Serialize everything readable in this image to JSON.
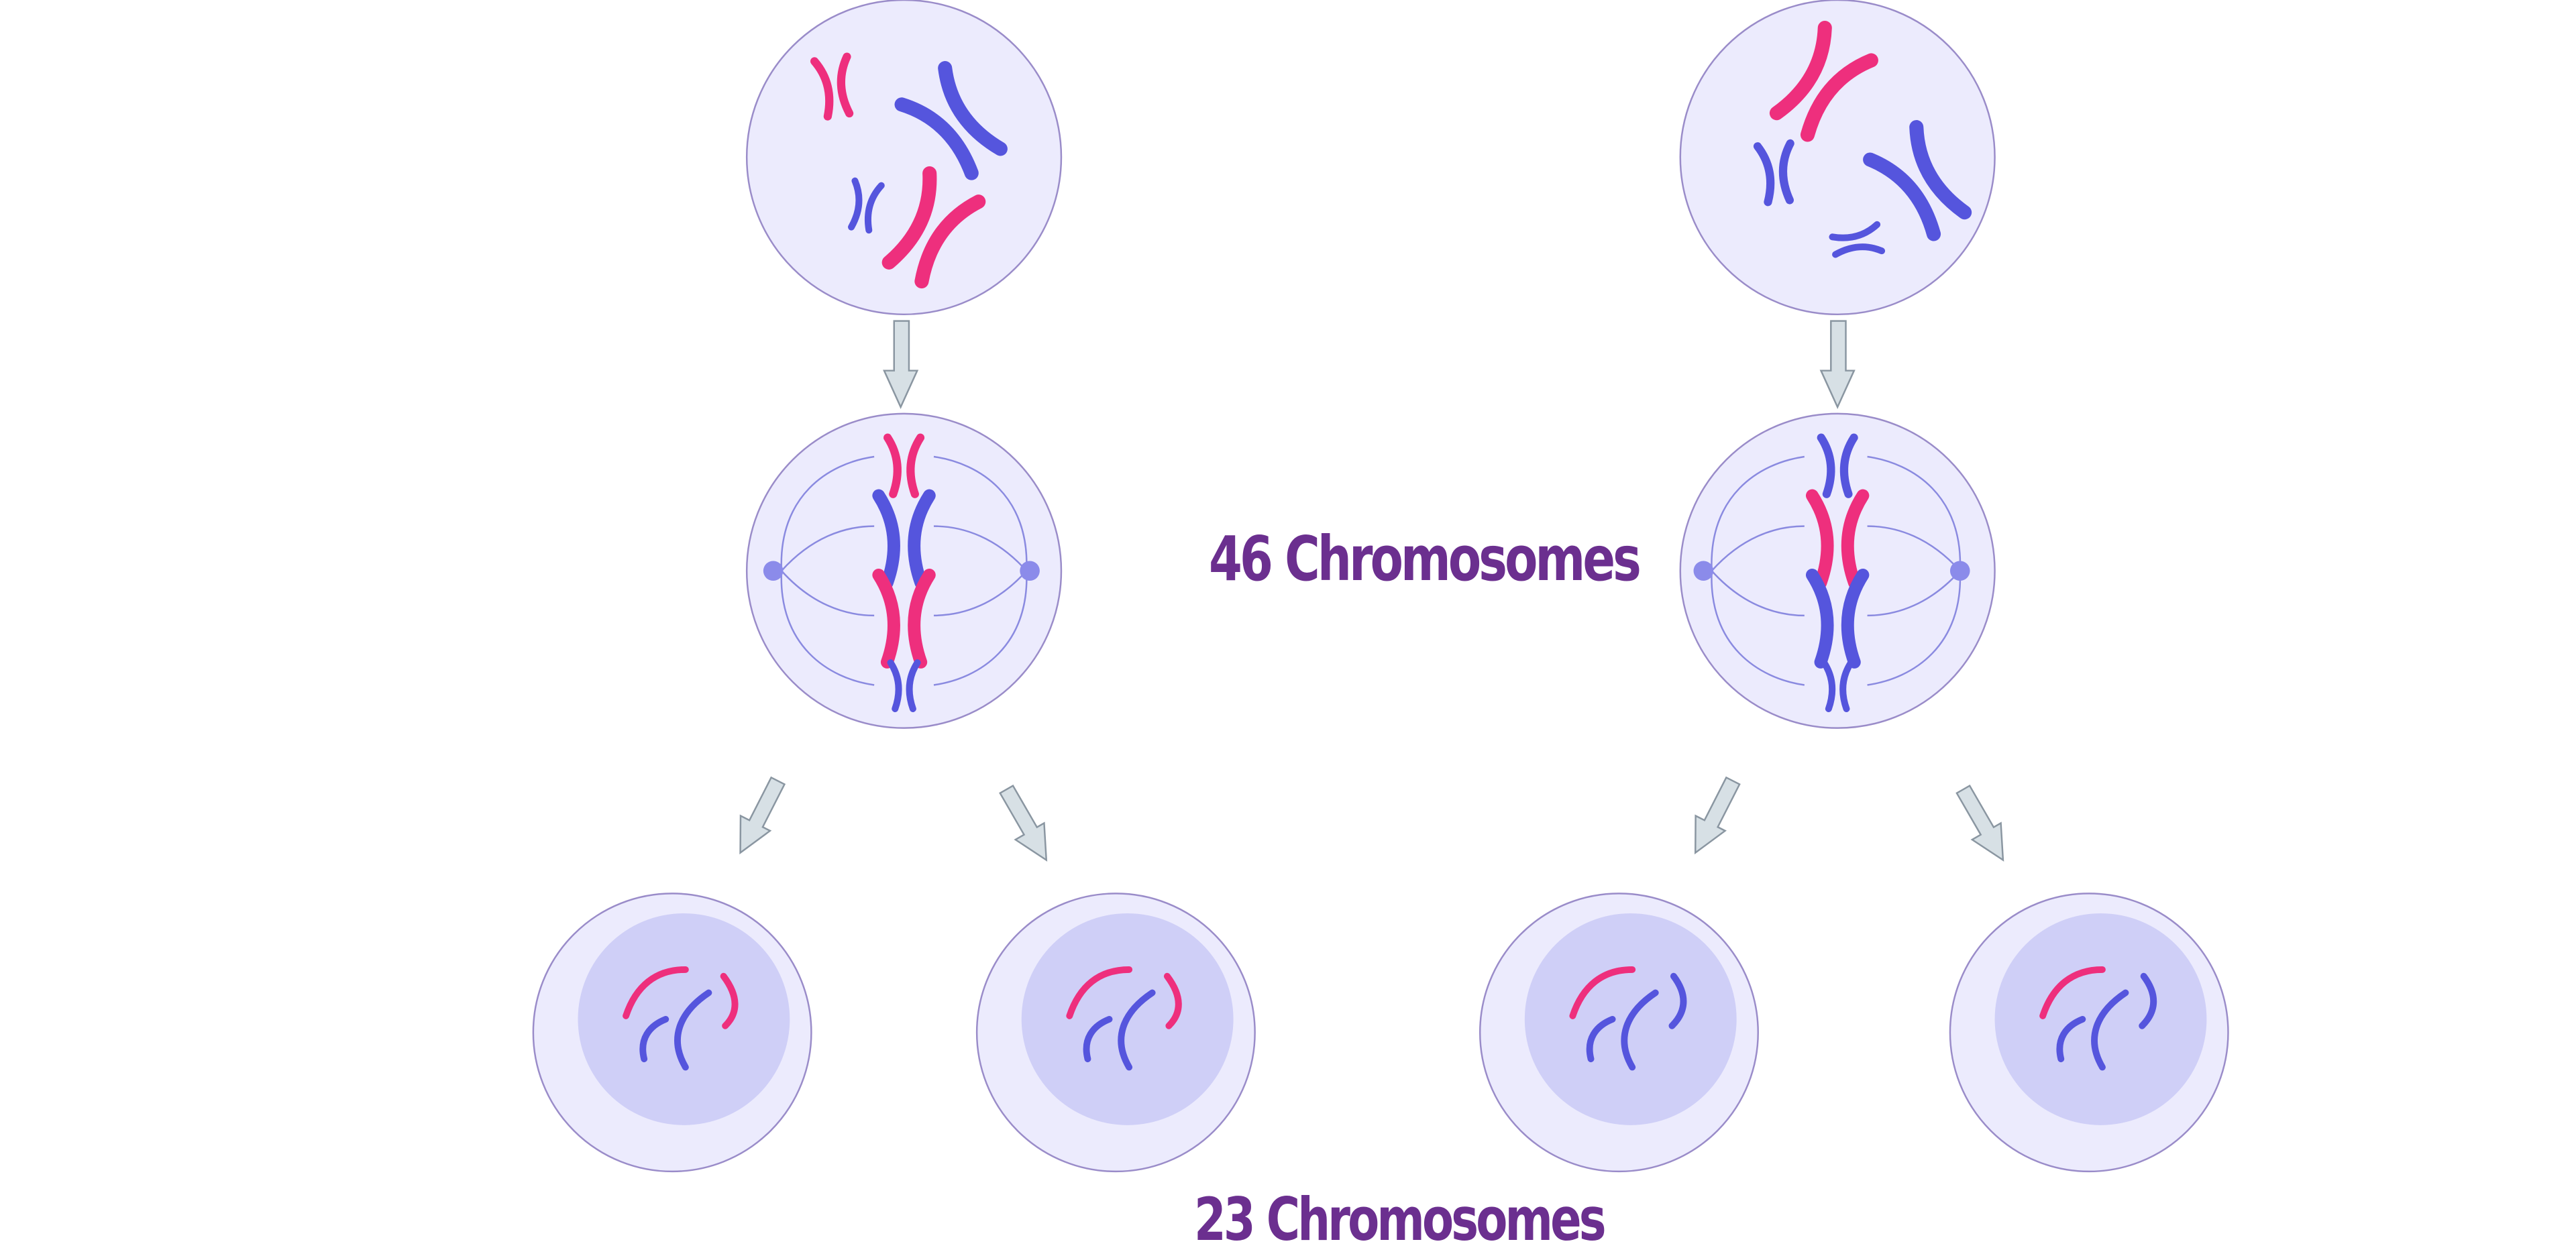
{
  "labels": {
    "parent_count": "46 Chromosomes",
    "daughter_count": "23 Chromosomes"
  },
  "colors": {
    "background": "#ffffff",
    "cell_fill": "#ecebfd",
    "cell_stroke": "#9a8cc9",
    "nucleus_fill": "#cfcff7",
    "chromosome_pink": "#ee2f7d",
    "chromosome_blue": "#5555dd",
    "spindle": "#8a8ae0",
    "centrosome": "#8b8bea",
    "arrow_fill": "#d7e0e5",
    "arrow_stroke": "#8a96a1",
    "label_text": "#6b2f8f"
  },
  "icons": {
    "cell": "circle",
    "chromosome": "x-shape",
    "arrow": "down-arrow"
  }
}
